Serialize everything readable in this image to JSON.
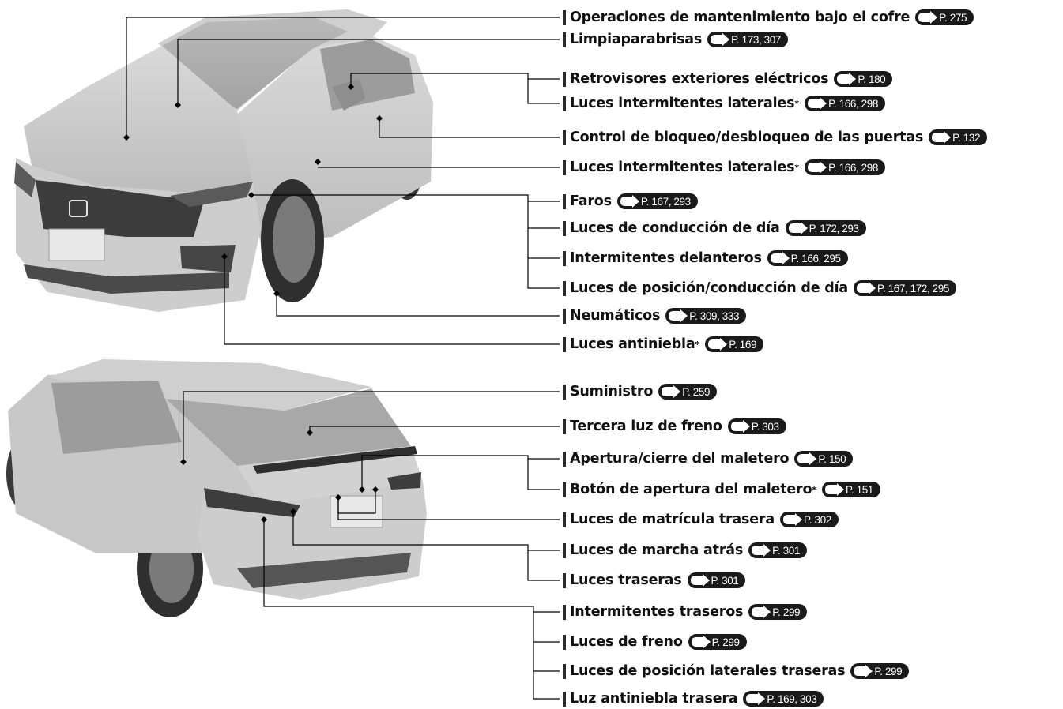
{
  "items": [
    {
      "label": "Operaciones de mantenimiento bajo el cofre",
      "asterisk": "",
      "ref": "P. 275"
    },
    {
      "label": "Limpiaparabrisas",
      "asterisk": "",
      "ref": "P. 173, 307"
    },
    {
      "label": "Retrovisores exteriores eléctricos",
      "asterisk": "",
      "ref": "P. 180"
    },
    {
      "label": "Luces intermitentes laterales",
      "asterisk": "*",
      "ref": "P. 166, 298"
    },
    {
      "label": "Control de bloqueo/desbloqueo de las puertas",
      "asterisk": "",
      "ref": "P. 132"
    },
    {
      "label": "Luces intermitentes laterales",
      "asterisk": "*",
      "ref": "P. 166, 298"
    },
    {
      "label": "Faros",
      "asterisk": "",
      "ref": "P. 167, 293"
    },
    {
      "label": "Luces de conducción de día",
      "asterisk": "",
      "ref": "P. 172, 293"
    },
    {
      "label": "Intermitentes delanteros",
      "asterisk": "",
      "ref": "P. 166, 295"
    },
    {
      "label": "Luces de posición/conducción de día",
      "asterisk": "",
      "ref": "P. 167, 172, 295"
    },
    {
      "label": "Neumáticos",
      "asterisk": "",
      "ref": "P. 309, 333"
    },
    {
      "label": "Luces antiniebla",
      "asterisk": "*",
      "ref": "P. 169"
    },
    {
      "label": "Suministro",
      "asterisk": "",
      "ref": "P. 259"
    },
    {
      "label": "Tercera luz de freno",
      "asterisk": "",
      "ref": "P. 303"
    },
    {
      "label": "Apertura/cierre del maletero",
      "asterisk": "",
      "ref": "P. 150"
    },
    {
      "label": "Botón de apertura del maletero",
      "asterisk": "*",
      "ref": "P. 151"
    },
    {
      "label": "Luces de matrícula trasera",
      "asterisk": "",
      "ref": "P. 302"
    },
    {
      "label": "Luces de marcha atrás",
      "asterisk": "",
      "ref": "P. 301"
    },
    {
      "label": "Luces traseras",
      "asterisk": "",
      "ref": "P. 301"
    },
    {
      "label": "Intermitentes traseros",
      "asterisk": "",
      "ref": "P. 299"
    },
    {
      "label": "Luces de freno",
      "asterisk": "",
      "ref": "P. 299"
    },
    {
      "label": "Luces de posición laterales traseras",
      "asterisk": "",
      "ref": "P. 299"
    },
    {
      "label": "Luz antiniebla trasera",
      "asterisk": "",
      "ref": "P. 169, 303"
    }
  ],
  "colors": {
    "text": "#111111",
    "ref_badge": "#1a1a1a",
    "car_body": "#c9c9c9",
    "leader": "#000000"
  }
}
